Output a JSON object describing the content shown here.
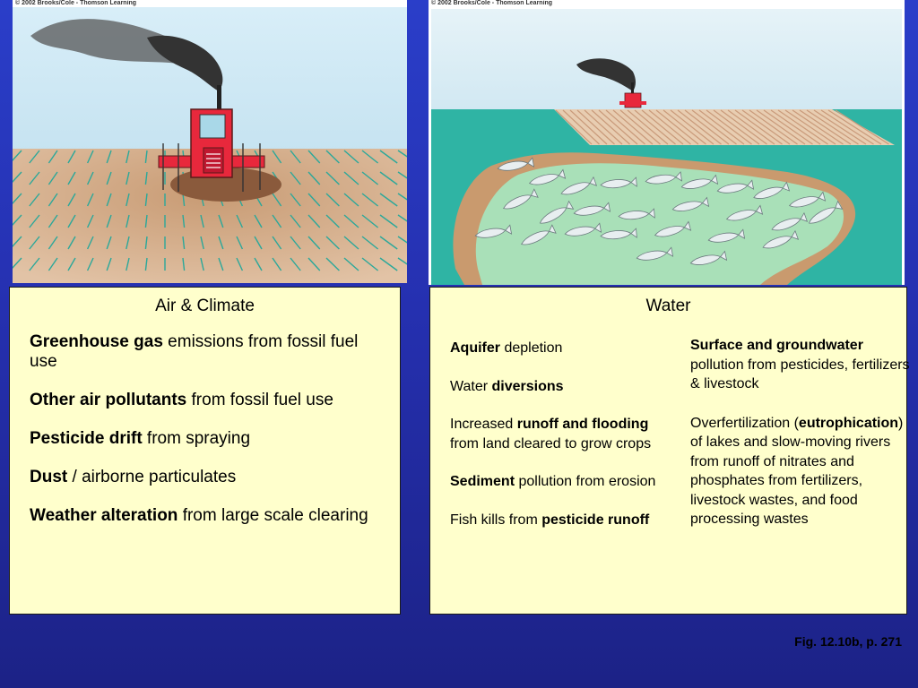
{
  "illustrations": {
    "left_credit": "© 2002 Brooks/Cole - Thomson Learning",
    "right_credit": "© 2002 Brooks/Cole - Thomson Learning"
  },
  "air": {
    "title": "Air & Climate",
    "items": [
      {
        "bold": "Greenhouse gas",
        "rest": " emissions from fossil fuel use"
      },
      {
        "bold": "Other air pollutants",
        "rest": " from fossil fuel use"
      },
      {
        "bold": "Pesticide drift",
        "rest": " from spraying"
      },
      {
        "bold": "Dust",
        "rest": " / airborne particulates"
      },
      {
        "bold": "Weather alteration",
        "rest": " from large scale clearing"
      }
    ]
  },
  "water": {
    "title": "Water",
    "col1": [
      {
        "bold": "Aquifer",
        "rest": " depletion"
      },
      {
        "pre": "Water ",
        "bold": "diversions"
      },
      {
        "pre": "Increased ",
        "bold": "runoff and flooding",
        "rest": " from land cleared to grow crops"
      },
      {
        "bold": "Sediment",
        "rest": " pollution from erosion"
      },
      {
        "pre": "Fish kills from ",
        "bold": "pesticide runoff"
      }
    ],
    "col2": [
      {
        "bold": "Surface and groundwater",
        "rest": " pollution from pesticides, fertilizers & livestock"
      },
      {
        "pre": "Overfertilization (",
        "bold": "eutrophication",
        "rest": ") of lakes and slow-moving rivers from runoff of nitrates and phosphates from fertilizers, livestock wastes, and food processing wastes"
      }
    ]
  },
  "caption": "Fig. 12.10b, p. 271",
  "colors": {
    "panel_bg": "#ffffcc",
    "background": "#2530b0",
    "tractor": "#e8283c",
    "water": "#39b9a8"
  }
}
